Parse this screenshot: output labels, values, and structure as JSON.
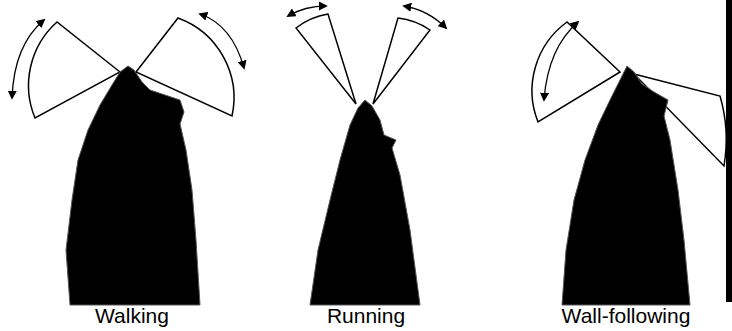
{
  "diagram": {
    "labels": [
      "Walking",
      "Running",
      "Wall-following"
    ]
  }
}
